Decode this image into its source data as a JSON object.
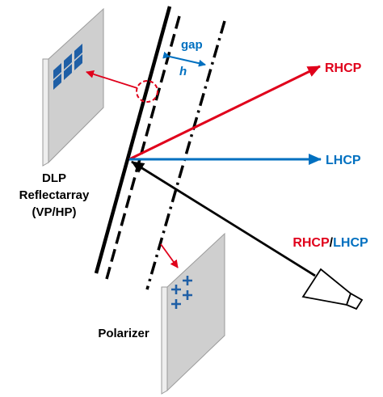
{
  "labels": {
    "rhcp_out": "RHCP",
    "lhcp_out": "LHCP",
    "gap": "gap",
    "h": "h",
    "dlp_line1": "DLP",
    "dlp_line2": "Reflectarray",
    "dlp_line3": "(VP/HP)",
    "polarizer": "Polarizer",
    "source_rhcp": "RHCP",
    "source_slash": "/",
    "source_lhcp": "LHCP"
  },
  "colors": {
    "red": "#e0001b",
    "blue": "#0070c0",
    "black": "#000000",
    "panel_front": "#cfcfcf",
    "panel_side": "#e8e8e8",
    "patch": "#1f5fa6"
  },
  "icons": {
    "horn": "horn-antenna-icon",
    "panel": "flat-panel-icon"
  }
}
